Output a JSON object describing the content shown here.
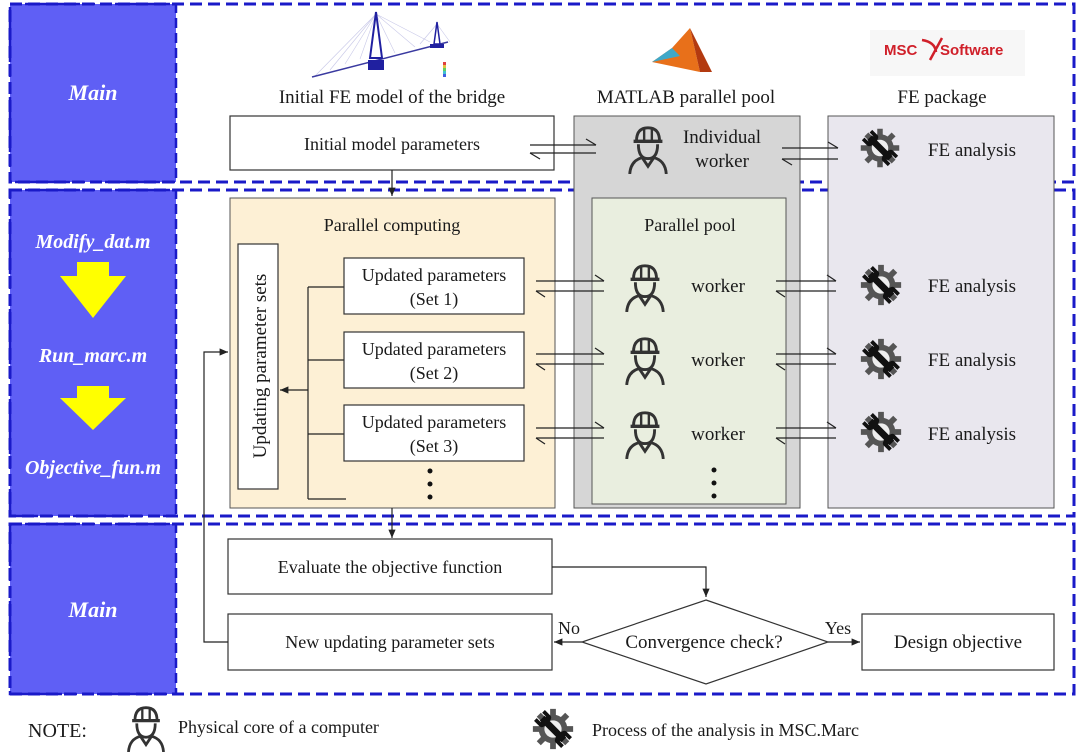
{
  "sections": [
    {
      "label": "Main"
    },
    {
      "steps": [
        "Modify_dat.m",
        "Run_marc.m",
        "Objective_fun.m"
      ]
    },
    {
      "label": "Main"
    }
  ],
  "headers": {
    "bridge": "Initial FE model of the bridge",
    "matlab": "MATLAB parallel pool",
    "fe": "FE package",
    "msc_logo_left": "MSC",
    "msc_logo_right": "Software"
  },
  "top_row": {
    "initial_params": "Initial model parameters",
    "individual_worker_line1": "Individual",
    "individual_worker_line2": "worker",
    "fe_analysis": "FE analysis"
  },
  "parallel": {
    "title": "Parallel computing",
    "updating_sets": "Updating parameter sets",
    "sets": [
      {
        "line1": "Updated parameters",
        "line2": "(Set 1)"
      },
      {
        "line1": "Updated parameters",
        "line2": "(Set 2)"
      },
      {
        "line1": "Updated parameters",
        "line2": "(Set 3)"
      }
    ],
    "pool_title": "Parallel pool",
    "workers": [
      "worker",
      "worker",
      "worker"
    ],
    "fe": [
      "FE analysis",
      "FE analysis",
      "FE analysis"
    ]
  },
  "bottom": {
    "evaluate": "Evaluate the objective function",
    "new_sets": "New updating parameter sets",
    "convergence": "Convergence check?",
    "no": "No",
    "yes": "Yes",
    "design": "Design objective"
  },
  "note": {
    "label": "NOTE:",
    "worker_desc": "Physical core of a computer",
    "gear_desc": "Process of the analysis in MSC.Marc"
  },
  "colors": {
    "section_blue": "#5f5ff5",
    "dash_blue": "#1a1ac8",
    "parallel_bg": "#fdf0d5",
    "pool_outer": "#d6d6d6",
    "pool_inner": "#e9eedf",
    "fe_bg": "#e9e7ee",
    "arrow_yellow": "#ffff00"
  }
}
